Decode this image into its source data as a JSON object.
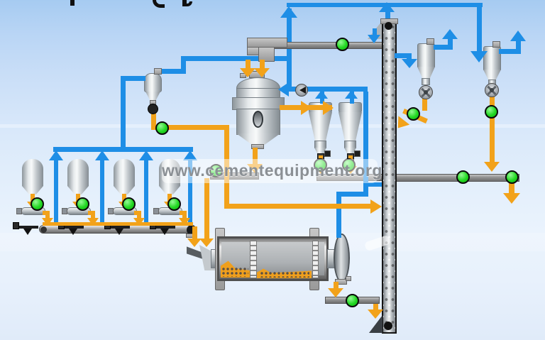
{
  "watermark": {
    "text": "www.cementequipment.org"
  },
  "header": {
    "cropped_title_visible": true,
    "note": "page title is cut off at top edge; only letter descenders visible"
  },
  "colors": {
    "background_top": "#a6cbf1",
    "background_bottom": "#e0ebf9",
    "air_line": "#1e8ee6",
    "material_line": "#f2a21a",
    "indicator_green": "#22d822",
    "equipment_gray": "#c2c8cc",
    "duct_gray": "#909090"
  },
  "flows": {
    "air_line_color_name": "blue",
    "material_line_color_name": "orange"
  },
  "indicators": {
    "count": 14,
    "shape": "circle",
    "state": "green"
  },
  "equipment": [
    "feed hopper 1",
    "feed hopper 2",
    "feed hopper 3",
    "feed hopper 4",
    "weigh feeder 1",
    "weigh feeder 2",
    "weigh feeder 3",
    "weigh feeder 4",
    "belt conveyor",
    "dust cyclone",
    "separator",
    "product cyclone A",
    "product cyclone B",
    "ball mill",
    "bucket elevator",
    "reject screw conveyor",
    "top air-slide conveyor",
    "discharge conveyor",
    "discharge cyclone 1",
    "discharge cyclone 2",
    "rotary airlock 1",
    "rotary airlock 2",
    "damper valve",
    "mill discharge air-slide"
  ]
}
